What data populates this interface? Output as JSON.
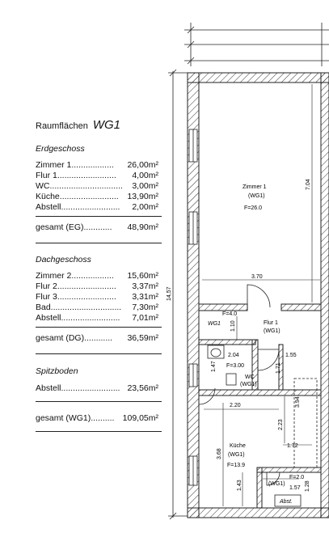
{
  "legend": {
    "title": "Raumflächen",
    "title_wg": "WG1",
    "sections": [
      {
        "heading": "Erdgeschoss",
        "rows": [
          {
            "label": "Zimmer 1..................",
            "value": "26,00m²"
          },
          {
            "label": "Flur 1.........................",
            "value": "4,00m²"
          },
          {
            "label": "WC...............................",
            "value": "3,00m²"
          },
          {
            "label": "Küche.........................",
            "value": "13,90m²"
          },
          {
            "label": "Abstell.........................",
            "value": "2,00m²"
          }
        ],
        "total_label": "gesamt  (EG)............",
        "total_value": "48,90m²"
      },
      {
        "heading": "Dachgeschoss",
        "rows": [
          {
            "label": "Zimmer 2..................",
            "value": "15,60m²"
          },
          {
            "label": "Flur 2.........................",
            "value": "3,37m²"
          },
          {
            "label": "Flur 3.........................",
            "value": "3,31m²"
          },
          {
            "label": "Bad..............................",
            "value": "7,30m²"
          },
          {
            "label": "Abstell.........................",
            "value": "7,01m²"
          }
        ],
        "total_label": "gesamt  (DG)............",
        "total_value": "36,59m²"
      },
      {
        "heading": "Spitzboden",
        "rows": [
          {
            "label": "Abstell.........................",
            "value": "23,56m²"
          }
        ],
        "total_label": "",
        "total_value": ""
      }
    ],
    "grand_total_label": "gesamt  (WG1)..........",
    "grand_total_value": "109,05m²"
  },
  "plan": {
    "overall_height": "14,57",
    "wg_label": "WG1",
    "room1_name": "Zimmer 1",
    "room1_wg": "(WG1)",
    "room1_area": "F=26.0",
    "room1_depth": "7.04",
    "room1_width": "3.70",
    "flur_name": "Flur 1",
    "flur_wg": "(WG1)",
    "flur_area_a": "F=4.0",
    "flur_area_b": "F=3.00",
    "flur_dim": "1.10",
    "wc_name": "WC",
    "wc_wg": "(WG1)",
    "dim_204": "2.04",
    "dim_147": "1.47",
    "dim_155": "1.55",
    "dim_171": "1.71",
    "dim_220": "2.20",
    "dim_394": "3.94",
    "dim_223": "2.23",
    "dim_172": "1.72",
    "kitchen_name": "Küche",
    "kitchen_wg": "(WG1)",
    "kitchen_area": "F=13.9",
    "kitchen_depth": "3.68",
    "dim_143": "1.43",
    "abst_wg": "(WG1)",
    "abst_area": "F=2.0",
    "dim_157": "1.57",
    "dim_128": "1.28",
    "abst_name": "Abst."
  }
}
